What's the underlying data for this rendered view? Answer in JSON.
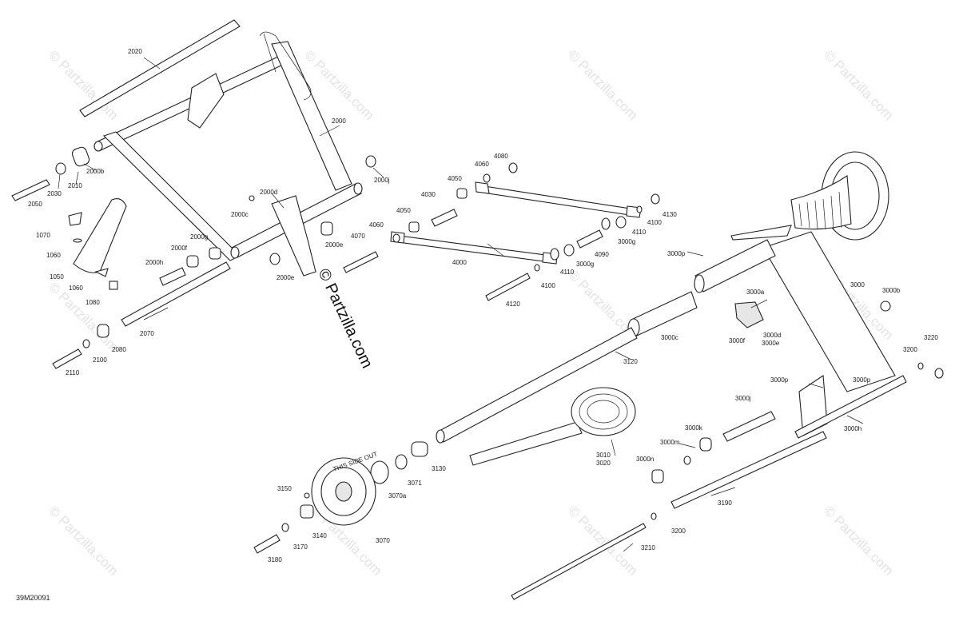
{
  "diagram": {
    "id": "39M20091",
    "watermark": "© Partzilla.com",
    "callouts": [
      {
        "key": "p2020",
        "text": "2020"
      },
      {
        "key": "p2000",
        "text": "2000"
      },
      {
        "key": "p2000b",
        "text": "2000b"
      },
      {
        "key": "p2030",
        "text": "2030"
      },
      {
        "key": "p2010",
        "text": "2010"
      },
      {
        "key": "p2050",
        "text": "2050"
      },
      {
        "key": "p2000j",
        "text": "2000j"
      },
      {
        "key": "p2000d",
        "text": "2000d"
      },
      {
        "key": "p2000c",
        "text": "2000c"
      },
      {
        "key": "p1070",
        "text": "1070"
      },
      {
        "key": "p1060a",
        "text": "1060"
      },
      {
        "key": "p1050",
        "text": "1050"
      },
      {
        "key": "p1060b",
        "text": "1060"
      },
      {
        "key": "p1080",
        "text": "1080"
      },
      {
        "key": "p2000g",
        "text": "2000g"
      },
      {
        "key": "p2000f",
        "text": "2000f"
      },
      {
        "key": "p2000h",
        "text": "2000h"
      },
      {
        "key": "p2000e1",
        "text": "2000e"
      },
      {
        "key": "p2000e2",
        "text": "2000e"
      },
      {
        "key": "p2070",
        "text": "2070"
      },
      {
        "key": "p2080",
        "text": "2080"
      },
      {
        "key": "p2100",
        "text": "2100"
      },
      {
        "key": "p2110",
        "text": "2110"
      },
      {
        "key": "p4080",
        "text": "4080"
      },
      {
        "key": "p4060a",
        "text": "4060"
      },
      {
        "key": "p4050a",
        "text": "4050"
      },
      {
        "key": "p4030",
        "text": "4030"
      },
      {
        "key": "p4050b",
        "text": "4050"
      },
      {
        "key": "p4060b",
        "text": "4060"
      },
      {
        "key": "p4070",
        "text": "4070"
      },
      {
        "key": "p4000",
        "text": "4000"
      },
      {
        "key": "p4100a",
        "text": "4100"
      },
      {
        "key": "p4110a",
        "text": "4110"
      },
      {
        "key": "p4130",
        "text": "4130"
      },
      {
        "key": "p4100b",
        "text": "4100"
      },
      {
        "key": "p4110b",
        "text": "4110"
      },
      {
        "key": "p3000g1",
        "text": "3000g"
      },
      {
        "key": "p4090",
        "text": "4090"
      },
      {
        "key": "p3000g2",
        "text": "3000g"
      },
      {
        "key": "p4120",
        "text": "4120"
      },
      {
        "key": "p3000p1",
        "text": "3000p"
      },
      {
        "key": "p3000",
        "text": "3000"
      },
      {
        "key": "p3000a",
        "text": "3000a"
      },
      {
        "key": "p3000b",
        "text": "3000b"
      },
      {
        "key": "p3000c",
        "text": "3000c"
      },
      {
        "key": "p3000d",
        "text": "3000d"
      },
      {
        "key": "p3000e",
        "text": "3000e"
      },
      {
        "key": "p3000f",
        "text": "3000f"
      },
      {
        "key": "p3220",
        "text": "3220"
      },
      {
        "key": "p3200a",
        "text": "3200"
      },
      {
        "key": "p3000p2",
        "text": "3000p"
      },
      {
        "key": "p3000p3",
        "text": "3000p"
      },
      {
        "key": "p3120",
        "text": "3120"
      },
      {
        "key": "p3000j",
        "text": "3000j"
      },
      {
        "key": "p3000h",
        "text": "3000h"
      },
      {
        "key": "p3000k",
        "text": "3000k"
      },
      {
        "key": "p3000m",
        "text": "3000m"
      },
      {
        "key": "p3000n",
        "text": "3000n"
      },
      {
        "key": "p3010",
        "text": "3010"
      },
      {
        "key": "p3020",
        "text": "3020"
      },
      {
        "key": "p3130",
        "text": "3130"
      },
      {
        "key": "p3071",
        "text": "3071"
      },
      {
        "key": "p3070a",
        "text": "3070a"
      },
      {
        "key": "p3190",
        "text": "3190"
      },
      {
        "key": "p3150",
        "text": "3150"
      },
      {
        "key": "p3140",
        "text": "3140"
      },
      {
        "key": "p3170",
        "text": "3170"
      },
      {
        "key": "p3180",
        "text": "3180"
      },
      {
        "key": "p3070",
        "text": "3070"
      },
      {
        "key": "p3200b",
        "text": "3200"
      },
      {
        "key": "p3210",
        "text": "3210"
      }
    ],
    "wheel_text": "THIS SIDE OUT"
  }
}
